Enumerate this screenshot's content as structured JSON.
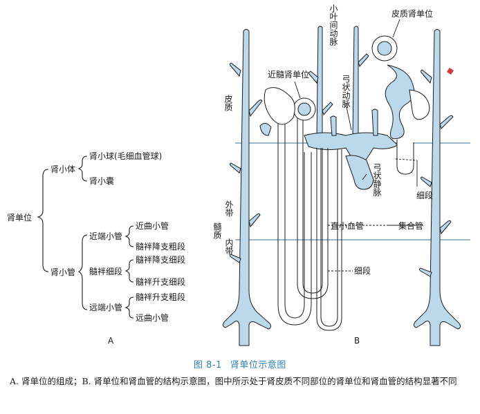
{
  "panel_a": {
    "label": "A",
    "root": "肾单位",
    "renal_corpuscle": "肾小体",
    "glomerulus": "肾小球(毛细血管球)",
    "capsule": "肾小囊",
    "renal_tubule": "肾小管",
    "proximal_tubule": "近端小管",
    "proximal_convoluted": "近曲小管",
    "thick_descending": "髓袢降支粗段",
    "loop_thin": "髓袢细段",
    "thin_descending": "髓袢降支细段",
    "thin_ascending": "髓袢升支细段",
    "distal_tubule": "远端小管",
    "thick_ascending": "髓袢升支粗段",
    "distal_convoluted": "远曲小管"
  },
  "panel_b": {
    "label": "B",
    "interlobular_artery": "小叶间动脉",
    "cortical_nephron": "皮质肾单位",
    "juxtamedullary_nephron": "近髓肾单位",
    "arcuate_artery": "弓状动脉",
    "arcuate_vein": "弓状静脉",
    "cortex": "皮质",
    "outer_zone": "外带",
    "medulla": "髓质",
    "inner_zone": "内带",
    "thin_segment": "细段",
    "vasa_recta": "直小血管",
    "collecting_duct": "集合管",
    "thin_segment_lower": "细段"
  },
  "figure": {
    "number": "图 8-1",
    "title": "肾单位示意图",
    "caption": "A. 肾单位的组成；B. 肾单位和肾血管的结构示意图，图中所示处于肾皮质不同部位的肾单位和肾血管的结构显著不同"
  },
  "colors": {
    "vessel_fill": "#bcd9ec",
    "line": "#1a1a1a",
    "title_blue": "#2f7fb6",
    "accent_red": "#d23a3a"
  }
}
